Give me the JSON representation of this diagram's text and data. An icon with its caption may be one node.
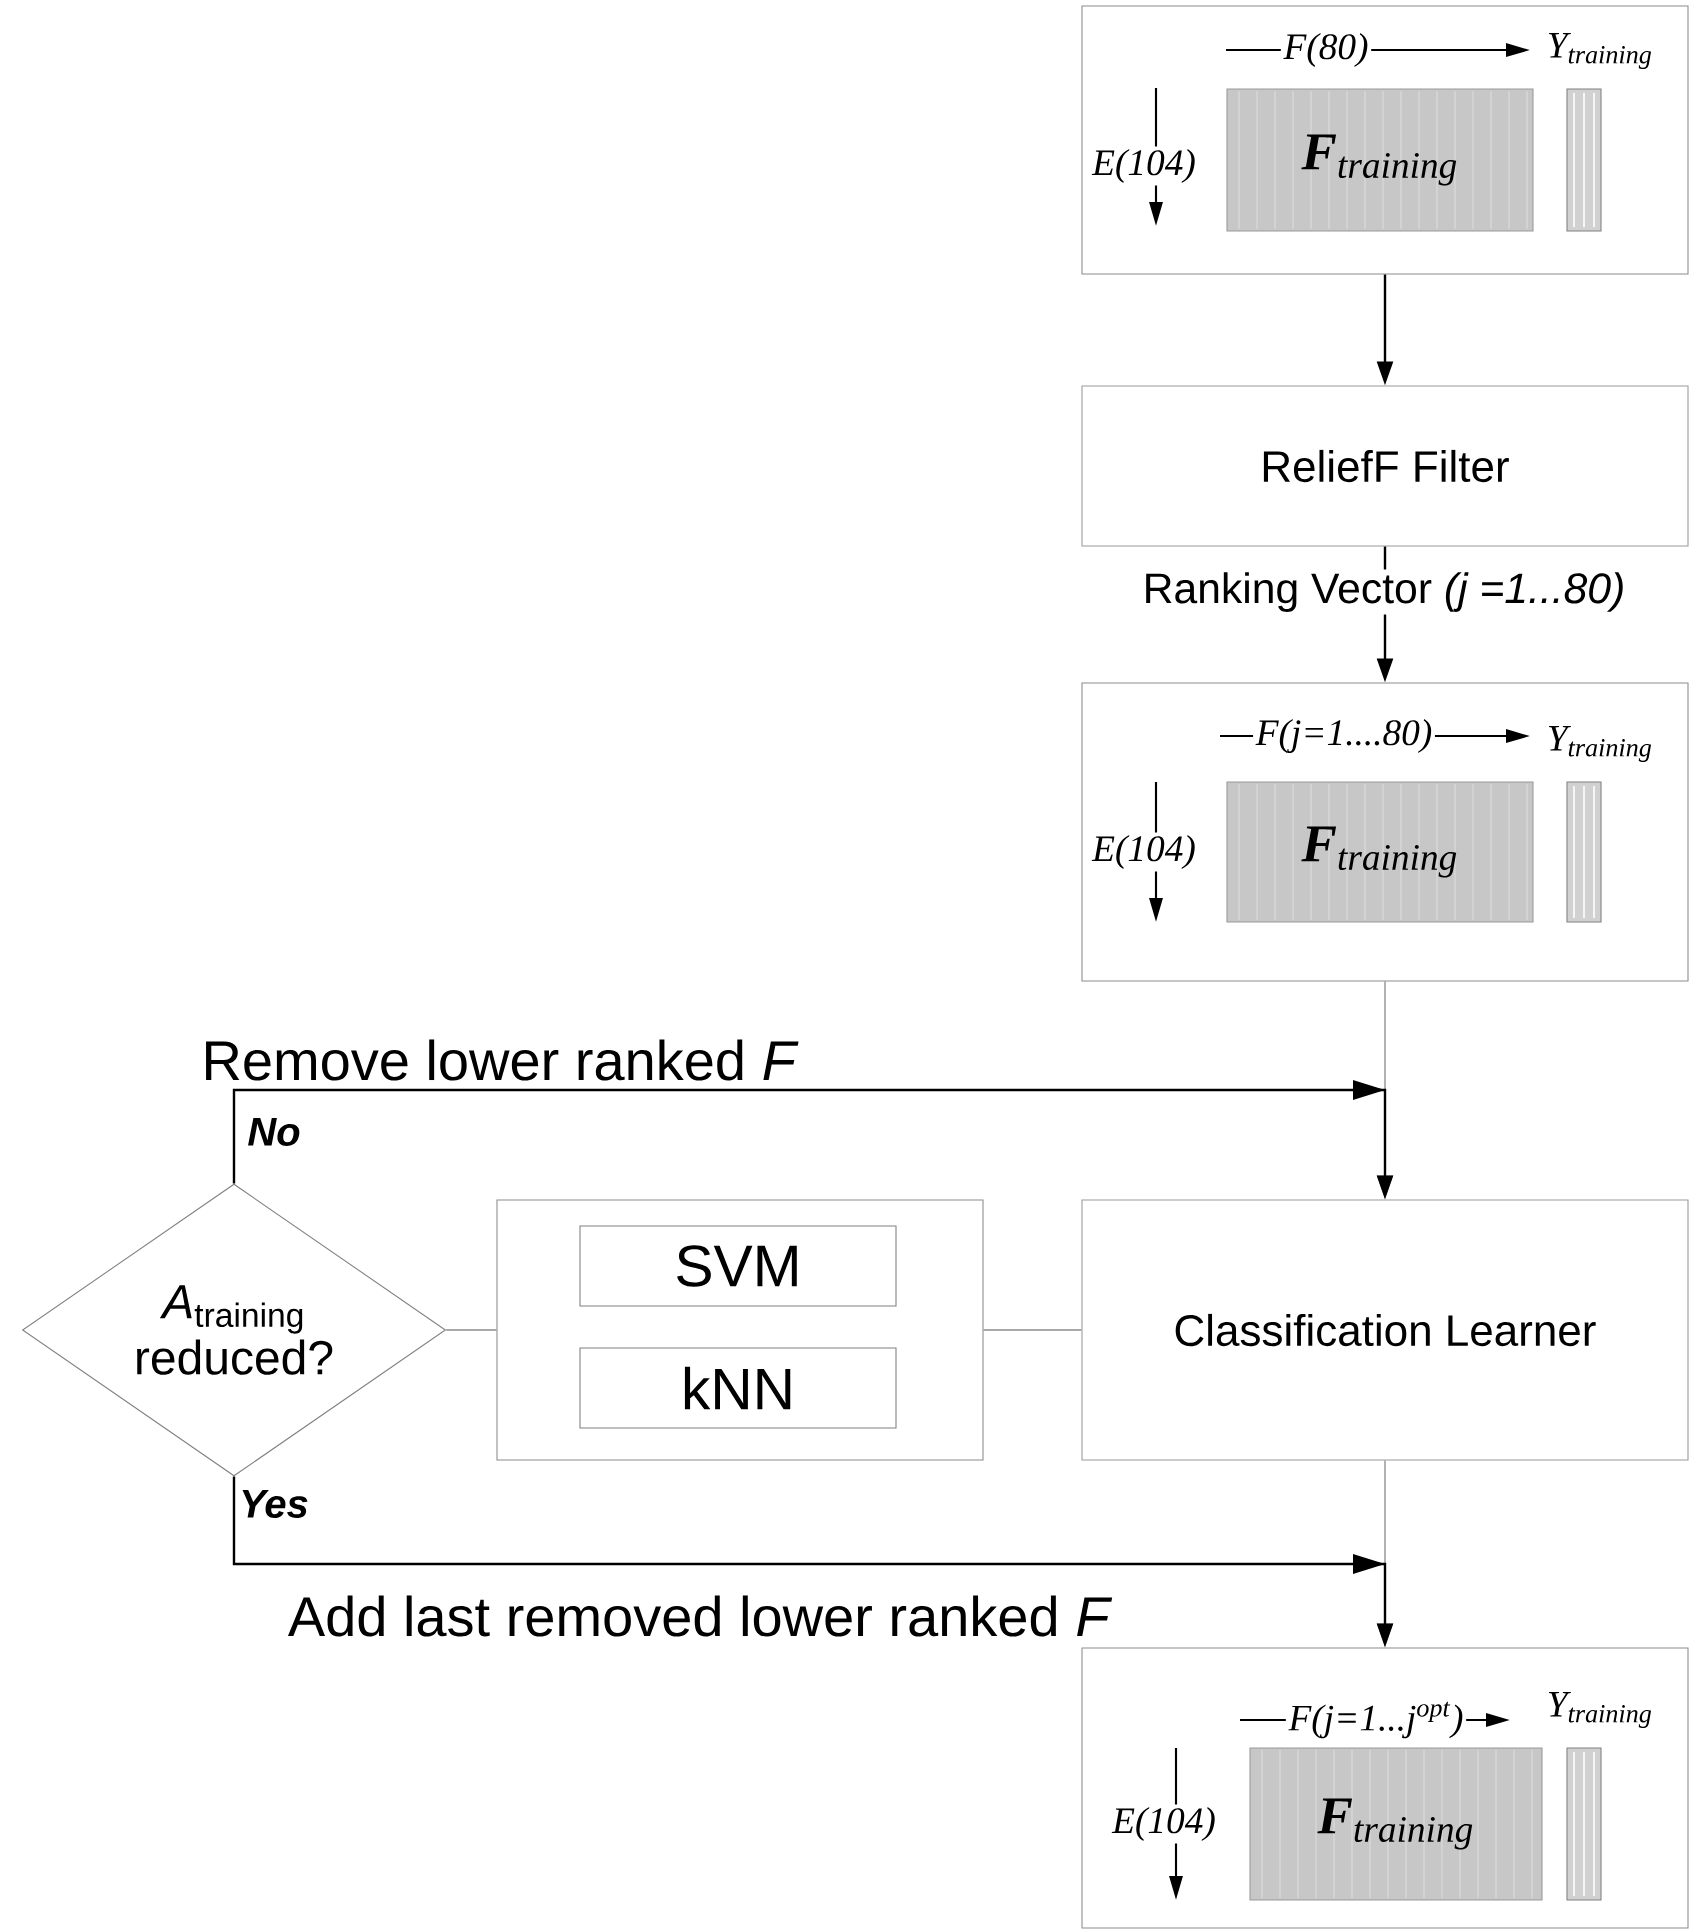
{
  "diagram": {
    "nodes": [
      {
        "text": [],
        "shape": "box"
      },
      {
        "text": [
          "**F**$_{training}$"
        ],
        "in": 0
      },
      {
        "text": [],
        "shape": "bar",
        "in": 0,
        "beside": [
          "Y$_{training}$"
        ]
      },
      {
        "text": [
          "ReliefF Filter"
        ]
      },
      {
        "text": [],
        "shape": "box"
      },
      {
        "text": [
          "**F**$_{training}$"
        ],
        "in": 4
      },
      {
        "text": [],
        "shape": "bar",
        "in": 4,
        "beside": [
          "Y$_{training}$"
        ]
      },
      {
        "text": [
          "*A*$_{training}$ reduced?"
        ]
      },
      {
        "text": [],
        "shape": "box"
      },
      {
        "text": [
          "SVM"
        ],
        "in": 8
      },
      {
        "text": [
          "kNN"
        ],
        "in": 8
      },
      {
        "text": [
          "Classification Learner"
        ]
      },
      {
        "text": [],
        "shape": "box"
      },
      {
        "text": [
          "**F**$_{training}$"
        ],
        "in": 12
      },
      {
        "text": [],
        "shape": "bar",
        "in": 12,
        "beside": [
          "Y$_{training}$"
        ]
      }
    ],
    "edges": [
      {
        "from": 0,
        "to": 3,
        "arrow": "to"
      },
      {
        "from": 3,
        "to": 4,
        "arrow": "to",
        "label": "Ranking Vector *(j =1...80)*"
      },
      {
        "from": 4,
        "to": 11,
        "arrow": "to",
        "color": "#8c8c8c"
      },
      {
        "from": 7,
        "to": 11,
        "arrow": "to",
        "label": "Remove lower ranked *F*"
      },
      {
        "from": 7,
        "to": 8,
        "arrow": "none",
        "color": "#8c8c8c"
      },
      {
        "from": 8,
        "to": 11,
        "arrow": "none",
        "color": "#8c8c8c"
      },
      {
        "from": 11,
        "to": 12,
        "arrow": "to",
        "color": "#8c8c8c"
      },
      {
        "from": 7,
        "to": 12,
        "arrow": "to",
        "label": "Add last removed lower ranked *F*"
      }
    ],
    "labels": [
      "F(80)",
      "E(104)",
      "F(j=1....80)",
      "E(104)",
      "No",
      "Yes",
      "F(j=1...j$^{opt}$)",
      "E(104)"
    ]
  }
}
